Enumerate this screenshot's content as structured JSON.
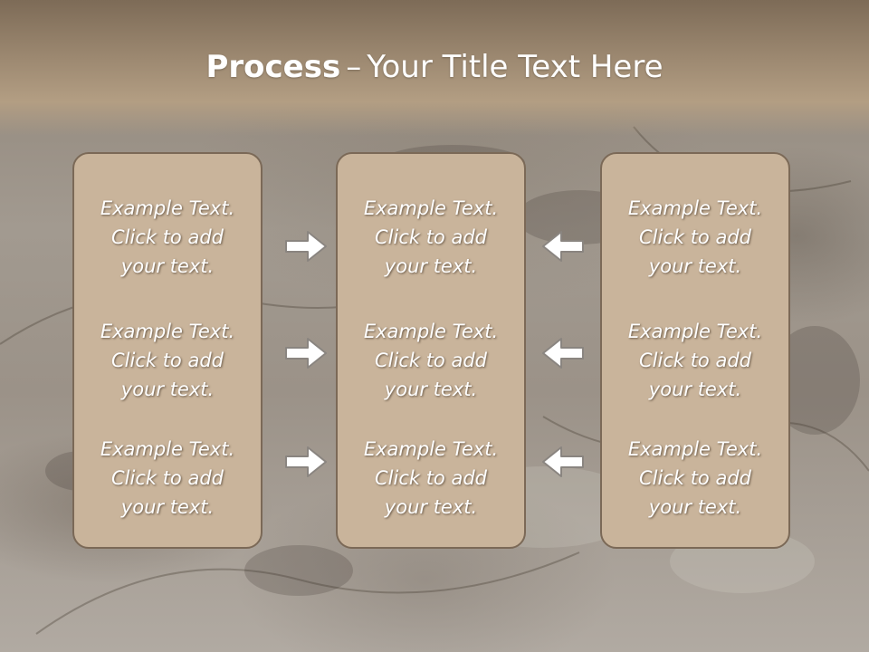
{
  "title": {
    "bold": "Process",
    "separator": "–",
    "rest": "Your Title Text Here"
  },
  "columns": [
    {
      "items": [
        "Example Text.\nClick  to add\nyour text.",
        "Example Text.\nClick  to add\nyour text.",
        "Example Text.\nClick  to add\nyour text."
      ]
    },
    {
      "items": [
        "Example Text.\nClick  to add\nyour text.",
        "Example Text.\nClick  to add\nyour text.",
        "Example Text.\nClick  to add\nyour text."
      ]
    },
    {
      "items": [
        "Example Text.\nClick  to add\nyour text.",
        "Example Text.\nClick  to add\nyour text.",
        "Example Text.\nClick  to add\nyour text."
      ]
    }
  ],
  "arrows": {
    "left_group": [
      "arrow-right-icon",
      "arrow-right-icon",
      "arrow-right-icon"
    ],
    "right_group": [
      "arrow-left-icon",
      "arrow-left-icon",
      "arrow-left-icon"
    ]
  },
  "colors": {
    "box_fill": "#c9b49b",
    "box_border": "#7b6957",
    "header": "#9e8a72",
    "text": "#ffffff"
  }
}
